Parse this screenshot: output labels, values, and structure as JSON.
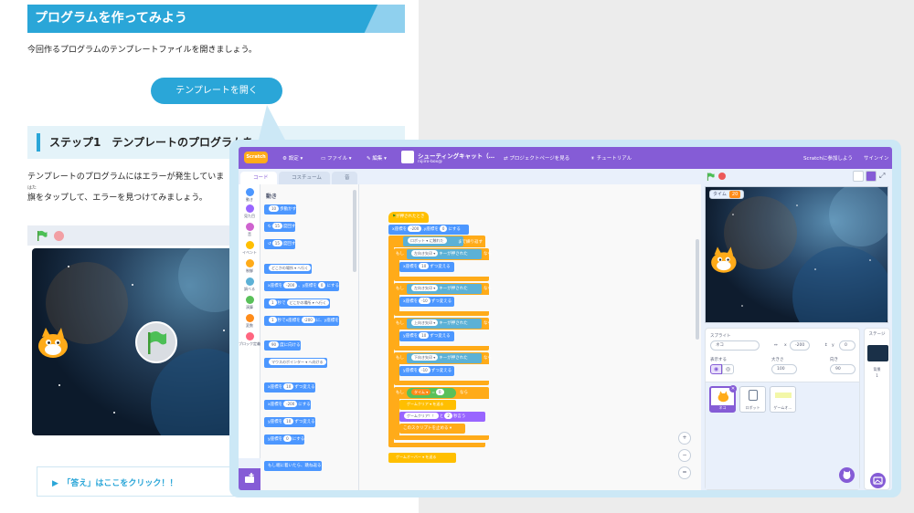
{
  "article": {
    "section_title": "プログラムを作ってみよう",
    "intro_text": "今回作るプログラムのテンプレートファイルを開きましょう。",
    "template_button": "テンプレートを開く",
    "step_heading": "ステップ1　テンプレートのプログラムを…",
    "para1": "テンプレートのプログラムにはエラーが発生していま",
    "ruby": "はた",
    "para2": "旗をタップして、エラーを見つけてみましょう。",
    "answer_link": "▶　「答え」はここをクリック！！"
  },
  "editor": {
    "menu": {
      "logo": "Scratch",
      "settings": "設定",
      "file": "ファイル",
      "edit": "編集",
      "project_title": "シューティングキャット（…",
      "project_author": "nijiiro-box@",
      "project_page": "プロジェクトページを見る",
      "tutorial": "チュートリアル",
      "join": "Scratchに参加しよう",
      "signin": "サインイン"
    },
    "tabs": {
      "code": "コード",
      "costume": "コスチューム",
      "sound": "音"
    },
    "categories": [
      {
        "label": "動き",
        "color": "#4c97ff"
      },
      {
        "label": "見た目",
        "color": "#9966ff"
      },
      {
        "label": "音",
        "color": "#cf63cf"
      },
      {
        "label": "イベント",
        "color": "#ffbf00"
      },
      {
        "label": "制御",
        "color": "#ffab19"
      },
      {
        "label": "調べる",
        "color": "#5cb1d6"
      },
      {
        "label": "演算",
        "color": "#59c059"
      },
      {
        "label": "変数",
        "color": "#ff8c1a"
      },
      {
        "label": "ブロック定義",
        "color": "#ff6680"
      }
    ],
    "palette": {
      "heading": "動き",
      "blocks": [
        {
          "text": "歩動かす",
          "num": "10"
        },
        {
          "text": "度回す",
          "num": "15",
          "icon": "↻"
        },
        {
          "text": "度回す",
          "num": "15",
          "icon": "↺"
        },
        {
          "text": "どこかの場所 ▾ へ行く"
        },
        {
          "text": "x座標を",
          "num": "-200",
          "text2": "、y座標を",
          "num2": "0",
          "text3": "にする"
        },
        {
          "text": "秒で",
          "num": "1",
          "text2": "どこかの場所 ▾ へ行く"
        },
        {
          "text": "秒でx座標を",
          "num": "1",
          "text2": "に、y座標を",
          "num2": "-200"
        },
        {
          "text": "度に向ける",
          "num": "90"
        },
        {
          "text": "マウスのポインター ▾ へ向ける"
        },
        {
          "text": "x座標を",
          "num": "10",
          "text2": "ずつ変える"
        },
        {
          "text": "x座標を",
          "num": "-200",
          "text2": "にする"
        },
        {
          "text": "y座標を",
          "num": "10",
          "text2": "ずつ変える"
        },
        {
          "text": "y座標を",
          "num": "0",
          "text2": "にする"
        },
        {
          "text": "もし端に着いたら、跳ね返る"
        }
      ]
    },
    "script": {
      "hat": "が押されたとき",
      "goto_x": "-200",
      "goto_y": "0",
      "set_robot": "ロボット ▾ に触れた",
      "set_robot2": "まで繰り返す",
      "if1_key": "左向き矢印 ▾",
      "key_suffix": "キーが押された",
      "then": "なら",
      "change_x1": "10",
      "change_suffix": "ずつ変える",
      "if2_key": "左向き矢印 ▾",
      "change_x2": "-10",
      "if3_key": "上向き矢印 ▾",
      "change_y1": "10",
      "if4_key": "下向き矢印 ▾",
      "change_y2": "-10",
      "if_timer": "タイム ▾",
      "timer_val": "0",
      "gameclear": "ゲームクリア ▾ を送る",
      "say": "ゲームクリア！！",
      "say_and": "と",
      "say_secs": "2",
      "say_suffix": "秒言う",
      "stop": "このスクリプトを止める ▾",
      "gameover": "ゲームオーバー ▾ を送る",
      "x_label": "x座標を",
      "y_label": "y座標を",
      "set_suffix": "にする",
      "if_label": "もし"
    },
    "zoom": {
      "in": "+",
      "out": "−",
      "reset": "="
    },
    "stage": {
      "var_name": "タイム",
      "var_value": "20"
    },
    "sprite_panel": {
      "label_sprite": "スプライト",
      "sprite_name": "ネコ",
      "label_x": "x",
      "x_value": "-200",
      "label_y": "y",
      "y_value": "0",
      "label_show": "表示する",
      "label_size": "大きさ",
      "size_value": "100",
      "label_dir": "向き",
      "dir_value": "90",
      "thumbs": [
        "ネコ",
        "ロボット",
        "ゲームオ…"
      ]
    },
    "stage_panel": {
      "heading": "ステージ",
      "backdrop_label": "背景",
      "backdrop_count": "1"
    }
  }
}
